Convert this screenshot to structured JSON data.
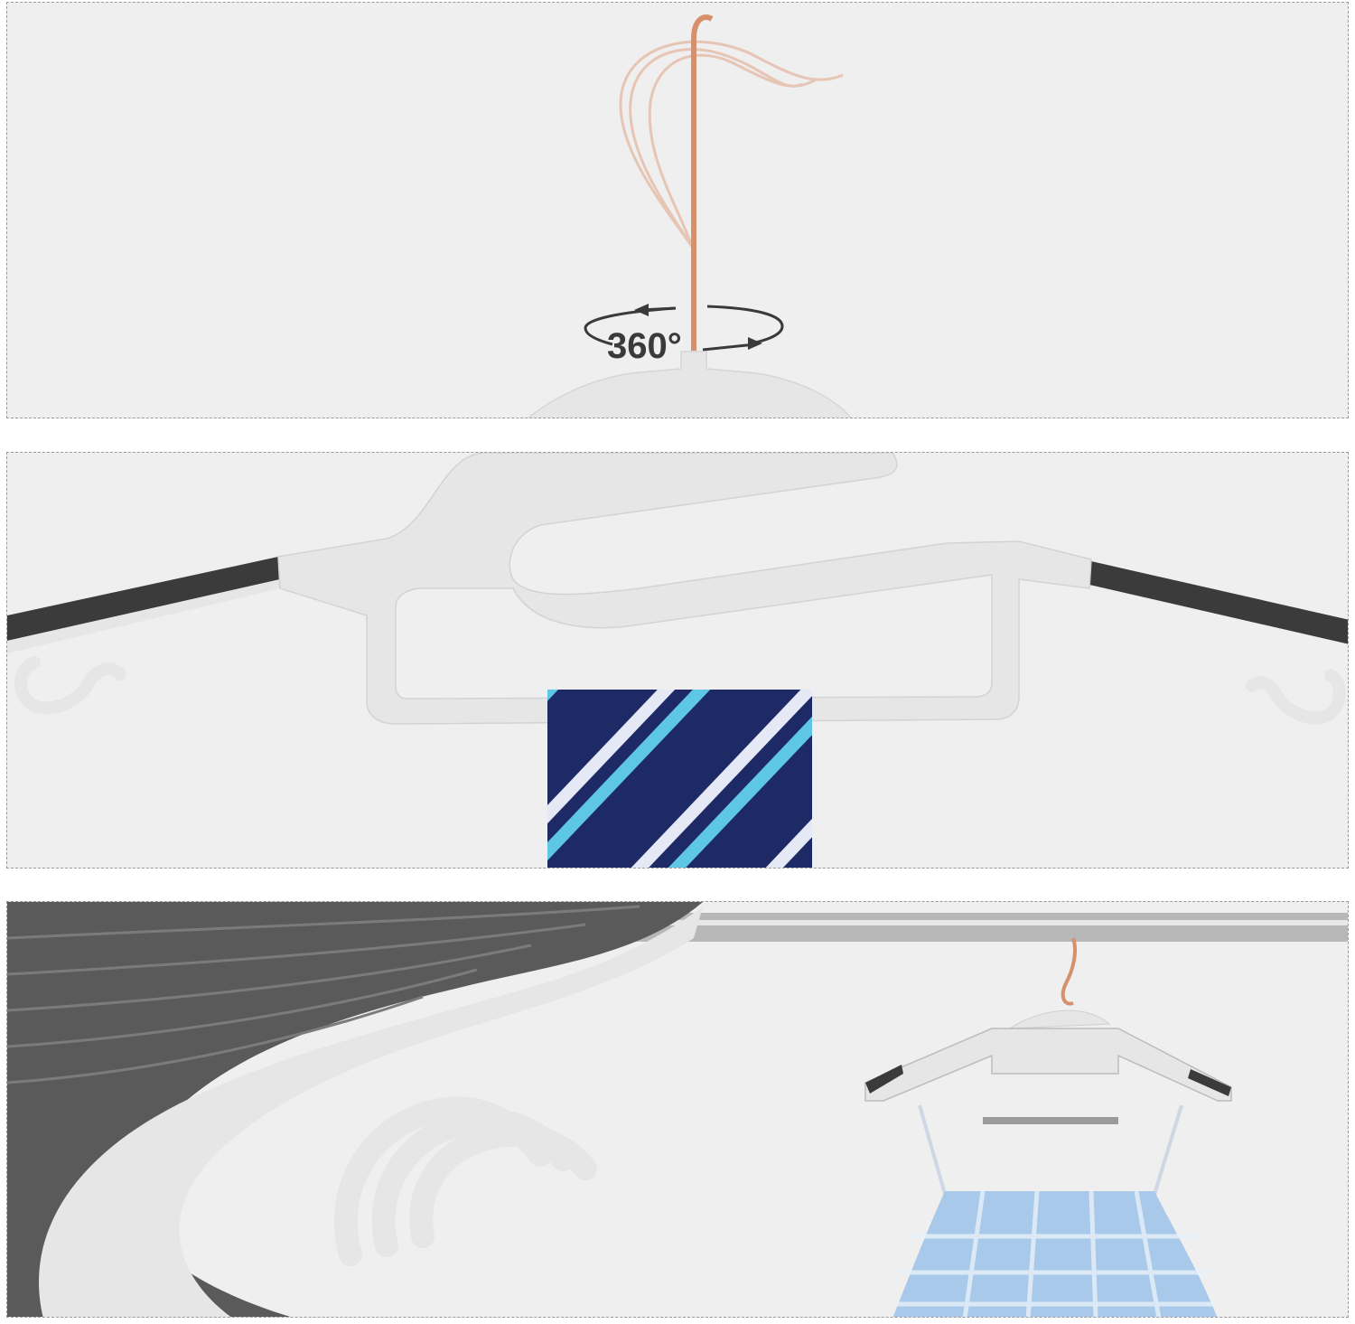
{
  "panels": [
    {
      "name": "swivel-hook-panel",
      "label": "360°"
    },
    {
      "name": "tie-bar-panel"
    },
    {
      "name": "hanging-dress-panel"
    }
  ],
  "colors": {
    "hanger": "#e6e6e6",
    "hanger_edge": "#d2d2d2",
    "rubber_strip": "#3b3b3b",
    "hook": "#d7906c",
    "tie_navy": "#1d2a66",
    "tie_stripe": "#5fc7e6",
    "rail": "#b7b7b7",
    "dress": "#a9c9ea",
    "background": "#efefef"
  }
}
